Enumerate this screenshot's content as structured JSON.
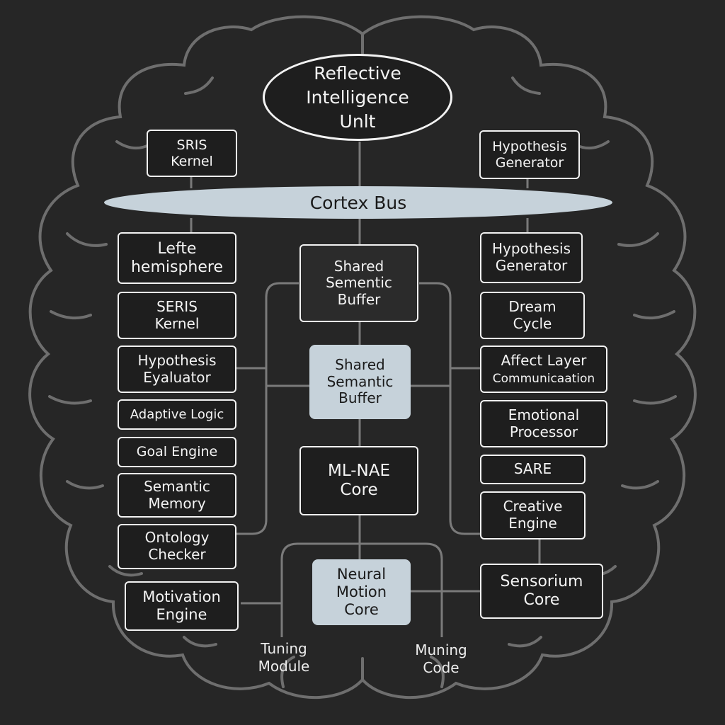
{
  "top_unit": "Reflective\nIntelligence\nUnlt",
  "cortex_bus": "Cortex Bus",
  "left_top": "SRIS\nKernel",
  "right_top": "Hypothesis\nGenerator",
  "left_column": [
    "Lefte\nhemisphere",
    "SERIS\nKernel",
    "Hypothesis\nEyaluator",
    "Adaptive Logic",
    "Goal Engine",
    "Semantic\nMemory",
    "Ontology\nChecker",
    "Motivation\nEngine"
  ],
  "center_column": [
    "Shared\nSementic\nBuffer",
    "Shared\nSemantic\nBuffer",
    "ML-NAE\nCore",
    "Neural\nMotion\nCore"
  ],
  "right_column": [
    "Hypothesis\nGenerator",
    "Dream\nCycle",
    "Affect Layer",
    "Communicaation",
    "Emotional\nProcessor",
    "SARE",
    "Creative\nEngine",
    "Sensorium\nCore"
  ],
  "bottom_labels": [
    "Tuning\nModule",
    "Muning\nCode"
  ]
}
